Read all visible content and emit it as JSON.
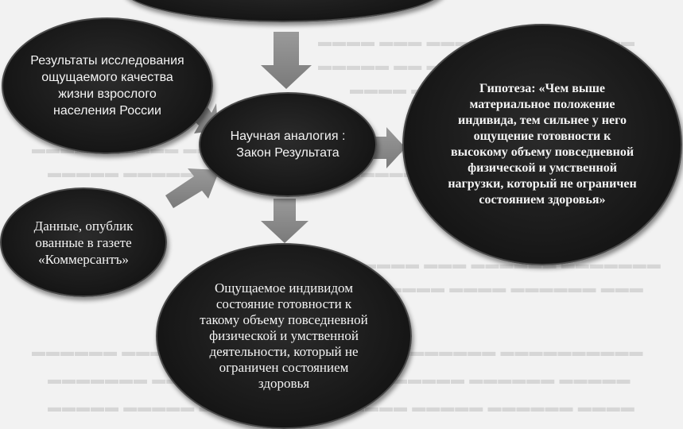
{
  "nodes": {
    "top": "",
    "results": "Результаты исследования ощущаемого качества жизни взрослого населения России",
    "analogy": "Научная аналогия : Закон Результата",
    "hypothesis": "Гипотеза: «Чем выше материальное положение индивида, тем сильнее у него ощущение готовности к высокому объему повседневной физической и умственной нагрузки, который не ограничен состоянием здоровья»",
    "data": "Данные, опублик ованные в газете «Коммерсантъ»",
    "outcome": "Ощущаемое индивидом состояние готовности к такому объему повседневной физической и умственной деятельности, который не ограничен состоянием здоровья"
  },
  "colors": {
    "node_fill": "#1a1a1a",
    "arrow": "#8e8e8e",
    "background": "#f2f2f2"
  }
}
